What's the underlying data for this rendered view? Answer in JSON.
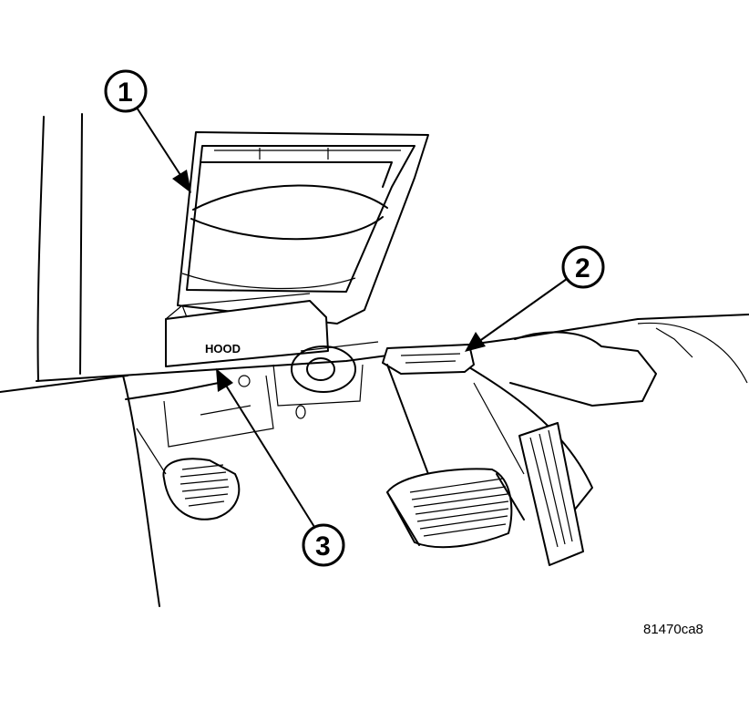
{
  "diagram": {
    "figure_id": "81470ca8",
    "hood_label": "HOOD",
    "callouts": [
      {
        "number": "1"
      },
      {
        "number": "2"
      },
      {
        "number": "3"
      }
    ]
  }
}
